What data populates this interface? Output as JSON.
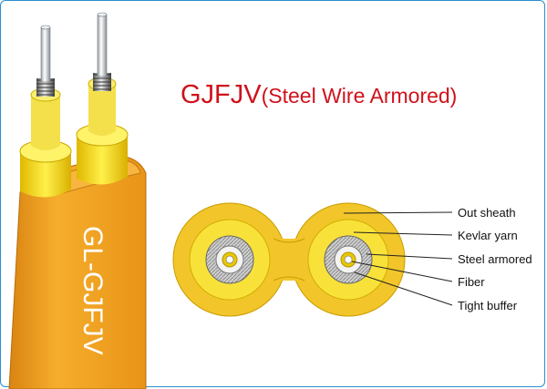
{
  "title": {
    "main": "GJFJV",
    "sub": "(Steel Wire Armored)"
  },
  "cable_print": "GL-GJFJV",
  "labels": {
    "out_sheath": "Out sheath",
    "kevlar_yarn": "Kevlar yarn",
    "steel_armored": "Steel armored",
    "fiber": "Fiber",
    "tight_buffer": "Tight buffer"
  },
  "colors": {
    "title": "#d0111b",
    "sheath_orange": "#f0a020",
    "kevlar_yellow": "#f5d21f",
    "border": "#2a8fd0"
  }
}
